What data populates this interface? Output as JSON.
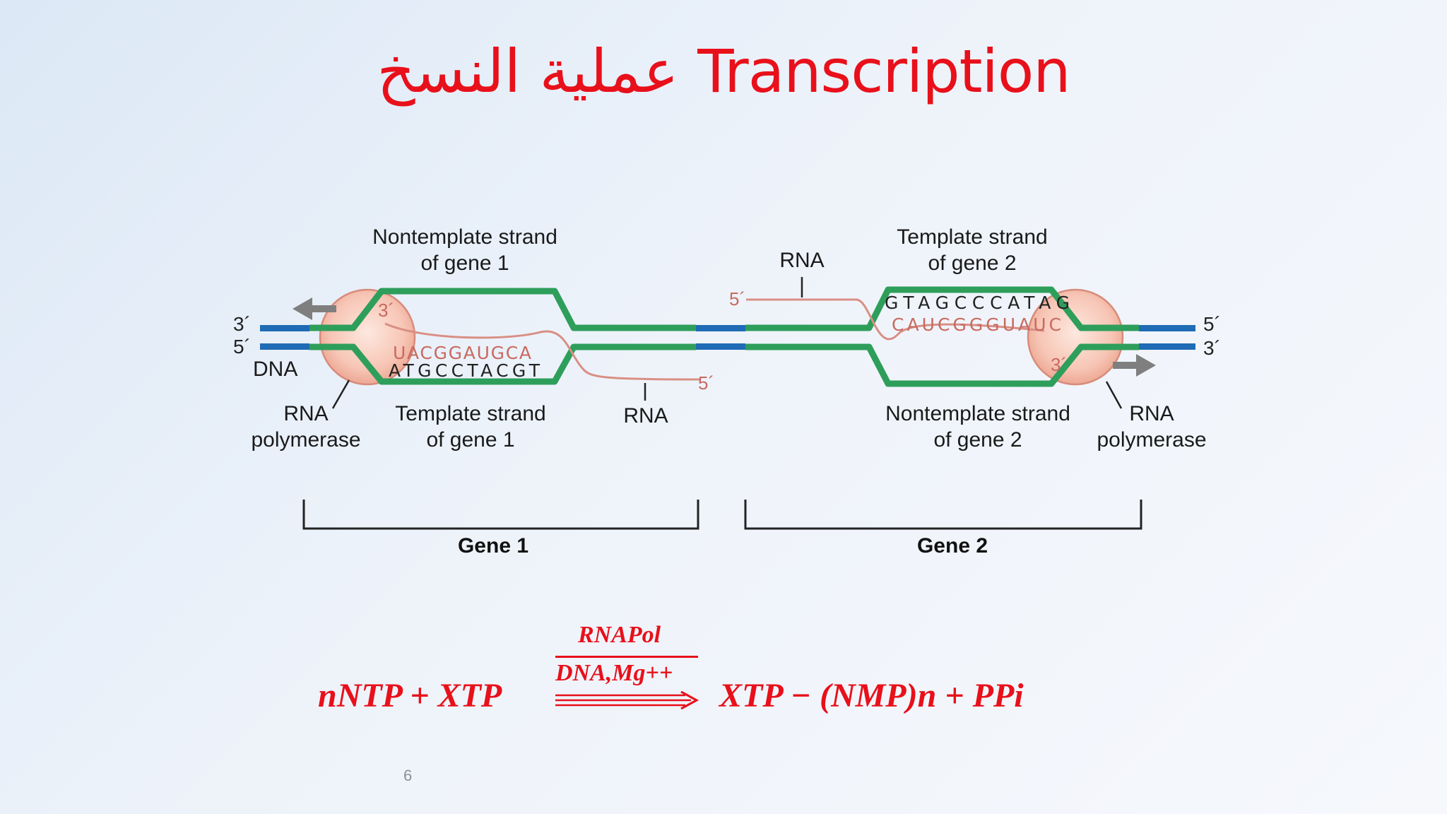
{
  "title": "عملية النسخ Transcription",
  "labels": {
    "nontemplate_gene1": [
      "Nontemplate strand",
      "of gene 1"
    ],
    "template_gene1": [
      "Template strand",
      "of gene 1"
    ],
    "rna_polymerase_left": [
      "RNA",
      "polymerase"
    ],
    "dna": "DNA",
    "rna_bottom": "RNA",
    "rna_top": "RNA",
    "template_gene2": [
      "Template strand",
      "of gene 2"
    ],
    "nontemplate_gene2": [
      "Nontemplate strand",
      "of gene 2"
    ],
    "rna_polymerase_right": [
      "RNA",
      "polymerase"
    ],
    "gene1": "Gene 1",
    "gene2": "Gene 2"
  },
  "strand_ends": {
    "left_top": "3´",
    "left_bottom": "5´",
    "right_top": "5´",
    "right_bottom": "3´",
    "rna_bottom_5": "5´",
    "rna_top_5": "5´",
    "rna1_3": "3´",
    "rna2_3": "3´"
  },
  "sequences": {
    "gene1_rna": "UACGGAUGCA",
    "gene1_template": "ATGCCTACGT",
    "gene2_template": "GTAGCCCATAG",
    "gene2_rna": "CAUCGGGUAUC"
  },
  "equation": {
    "left": "nNTP + XTP",
    "above_arrow": "RNAPol",
    "below_bar": "DNA,Mg++",
    "right": "XTP − (NMP)n + PPi"
  },
  "page_number": "6",
  "colors": {
    "title": "#e8101a",
    "dna_green": "#2e9e5b",
    "dna_blue": "#1f6bb5",
    "rna": "#d98f84",
    "polymerase": "#f5c0b0"
  }
}
